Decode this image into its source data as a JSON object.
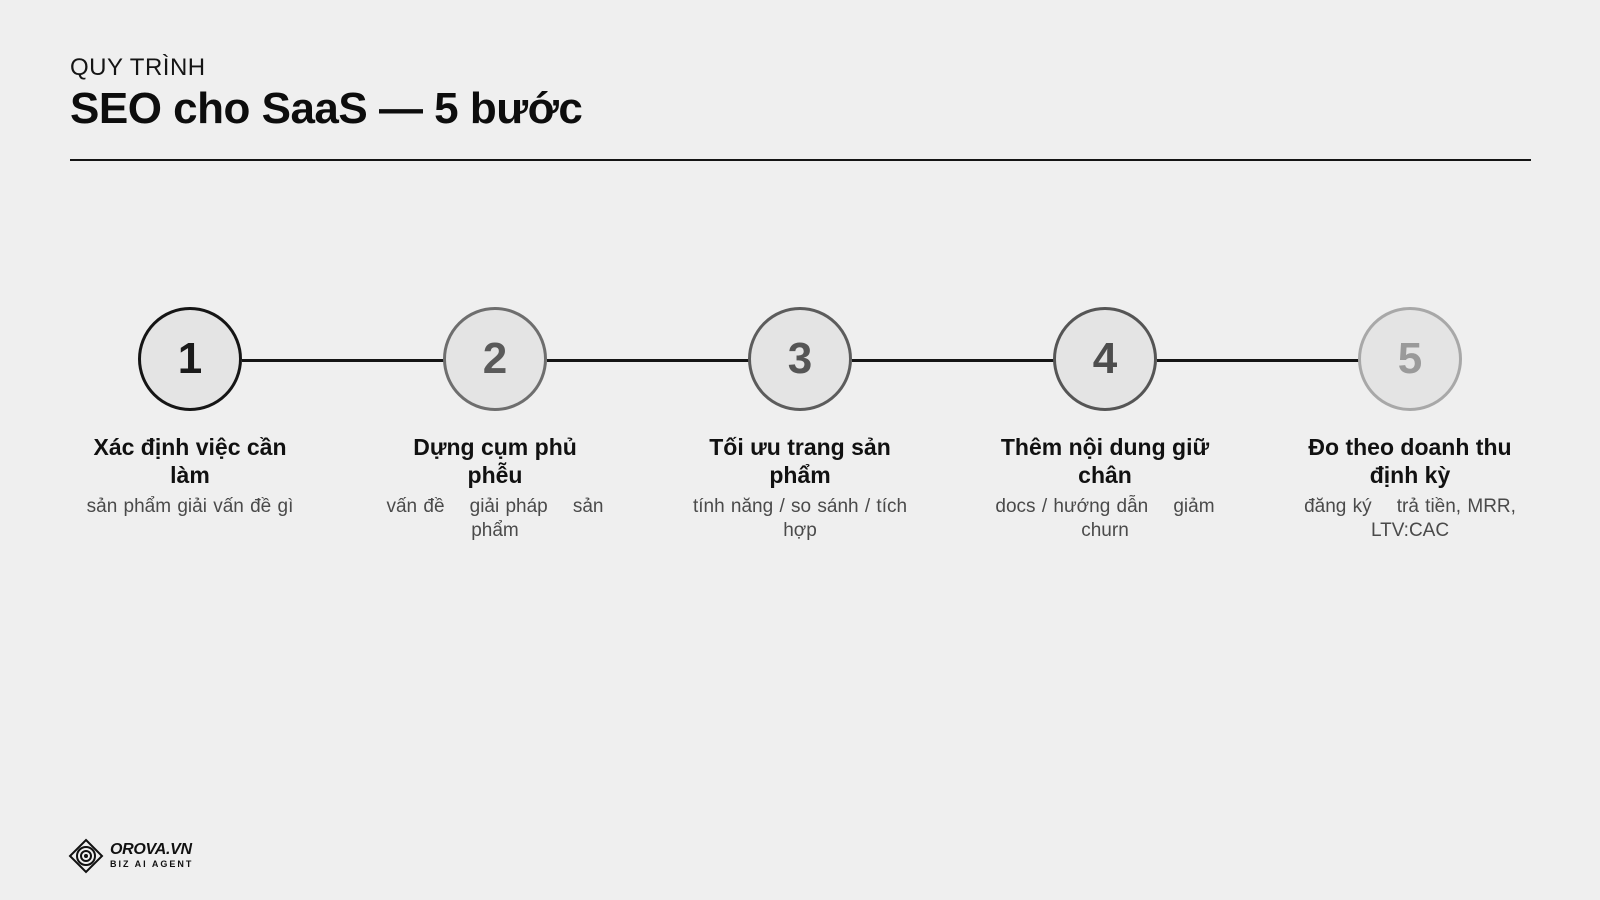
{
  "header": {
    "kicker": "QUY TRÌNH",
    "title": "SEO cho SaaS — 5 bước"
  },
  "steps": [
    {
      "number": "1",
      "title": "Xác định việc cần làm",
      "description": "sản phẩm giải vấn đề gì",
      "ring_color": "#151515",
      "number_color": "#1a1a1a"
    },
    {
      "number": "2",
      "title": "Dựng cụm phủ phễu",
      "description": "vấn đề    giải pháp    sản phẩm",
      "ring_color": "#6e6e6e",
      "number_color": "#5a5a5a"
    },
    {
      "number": "3",
      "title": "Tối ưu trang sản phẩm",
      "description": "tính năng / so sánh / tích hợp",
      "ring_color": "#5c5c5c",
      "number_color": "#555555"
    },
    {
      "number": "4",
      "title": "Thêm nội dung giữ chân",
      "description": "docs / hướng dẫn    giảm churn",
      "ring_color": "#555555",
      "number_color": "#4d4d4d"
    },
    {
      "number": "5",
      "title": "Đo theo doanh thu định kỳ",
      "description": "đăng ký    trả tiền, MRR, LTV:CAC",
      "ring_color": "#a8a8a8",
      "number_color": "#9a9a9a"
    }
  ],
  "footer": {
    "logo_name": "OROVA.VN",
    "logo_tagline": "BIZ AI AGENT"
  }
}
